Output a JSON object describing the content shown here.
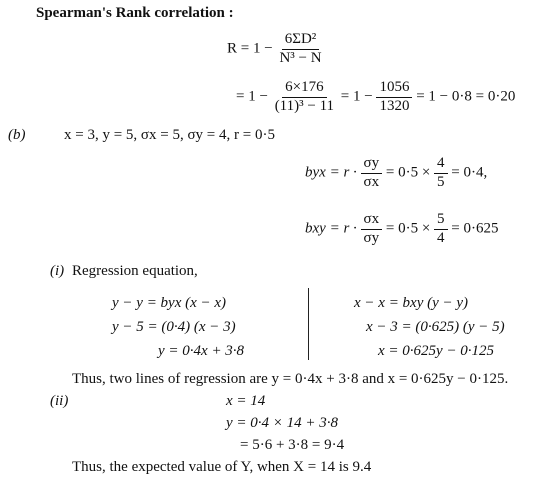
{
  "doc": {
    "heading": "Spearman's Rank correlation :",
    "formula1": {
      "lhs": "R =",
      "one_minus": "1 −",
      "num": "6ΣD²",
      "den": "N³ − N"
    },
    "formula2": {
      "eq": "=",
      "one_minus": "1 −",
      "num1": "6×176",
      "den1": "(11)³ − 11",
      "mid": "= 1 −",
      "num2": "1056",
      "den2": "1320",
      "result": "= 1 − 0·8 = 0·20"
    },
    "part_b": {
      "label": "(b)",
      "givens": "x = 3,  y = 5, σx = 5, σy = 4, r = 0·5"
    },
    "byx": {
      "lhs": "byx =",
      "r": "r ·",
      "num": "σy",
      "den": "σx",
      "mid": "= 0·5 ×",
      "num2": "4",
      "den2": "5",
      "result": "= 0·4,"
    },
    "bxy": {
      "lhs": "bxy =",
      "r": "r ·",
      "num": "σx",
      "den": "σy",
      "mid": "= 0·5 ×",
      "num2": "5",
      "den2": "4",
      "result": "= 0·625"
    },
    "part_i": {
      "label": "(i)",
      "title": "Regression equation,"
    },
    "left_eq": [
      "y − y = byx (x − x)",
      "y − 5 = (0·4) (x − 3)",
      "y = 0·4x + 3·8"
    ],
    "right_eq": [
      "x − x = bxy (y − y)",
      "x − 3 = (0·625) (y − 5)",
      "x = 0·625y − 0·125"
    ],
    "conclusion1": "Thus, two lines of regression are y = 0·4x + 3·8 and x = 0·625y − 0·125.",
    "part_ii": {
      "label": "(ii)",
      "lines": [
        "x = 14",
        "y = 0·4 × 14 + 3·8",
        "= 5·6 + 3·8 = 9·4"
      ]
    },
    "conclusion2": "Thus, the expected value of Y, when X = 14 is 9.4"
  }
}
